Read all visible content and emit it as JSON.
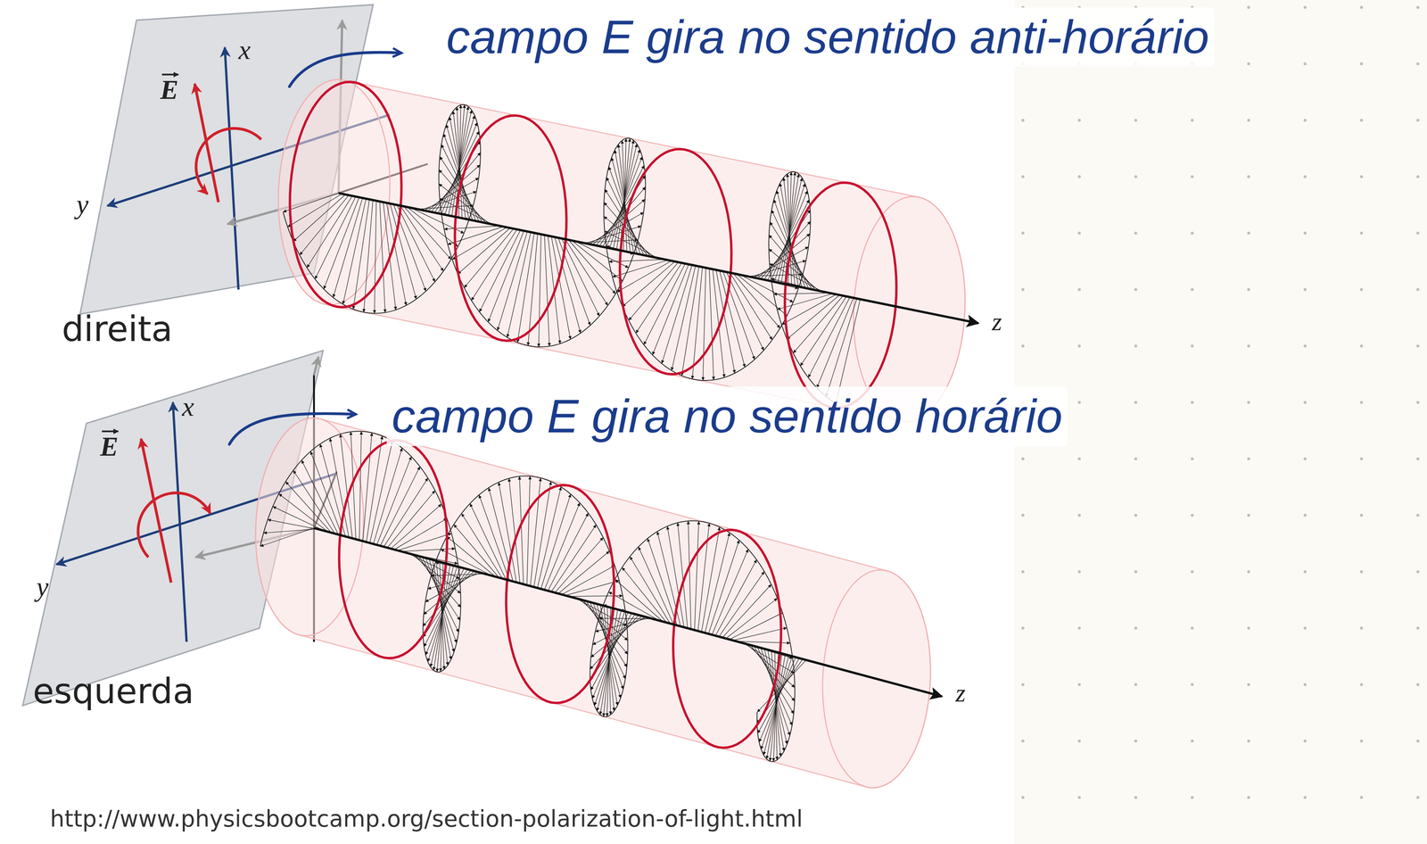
{
  "diagram": {
    "caption": "http://www.physicsbootcamp.org/section-polarization-of-light.html",
    "labels": [
      "campo E gira no sentido anti-horário",
      "E",
      "x",
      "y",
      "z",
      "direita",
      "campo E gira no sentido horário",
      "E",
      "x",
      "y",
      "z",
      "esquerda"
    ]
  }
}
